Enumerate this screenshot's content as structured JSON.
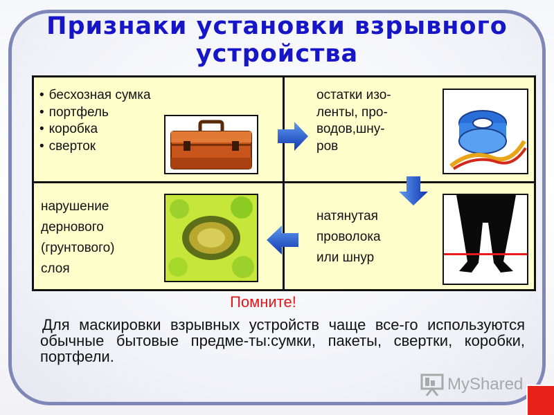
{
  "slide": {
    "title": "Признаки установки взрывного устройства",
    "cells": {
      "top_left_items": [
        "бесхозная сумка",
        "портфель",
        "коробка",
        "сверток"
      ],
      "top_right_lines": [
        "остатки изо-",
        "ленты, про-",
        "водов,шну-",
        "ров"
      ],
      "bottom_left_lines": [
        "нарушение",
        "дернового",
        "(грунтового)",
        "слоя"
      ],
      "bottom_right_lines": [
        "натянутая",
        "проволока",
        "или шнур"
      ]
    },
    "icons": {
      "briefcase": "briefcase-icon",
      "tape": "tape-and-wires-icon",
      "ground": "disturbed-ground-icon",
      "tripwire": "tripwire-legs-icon",
      "arrow_right": "arrow-right-icon",
      "arrow_down": "arrow-down-icon",
      "arrow_left": "arrow-left-icon"
    },
    "remember": "Помните!",
    "note": "Для маскировки взрывных устройств чаще все-го используются обычные бытовые предме-ты:сумки, пакеты, свертки, коробки, портфели.",
    "colors": {
      "title": "#1616c8",
      "remember": "#e0161a",
      "cell_background": "#ffffcc",
      "frame": "#7f86b8",
      "nav_corner": "#e8231b"
    }
  },
  "watermark": {
    "text": "MyShared",
    "icon": "presentation-screen-icon"
  }
}
